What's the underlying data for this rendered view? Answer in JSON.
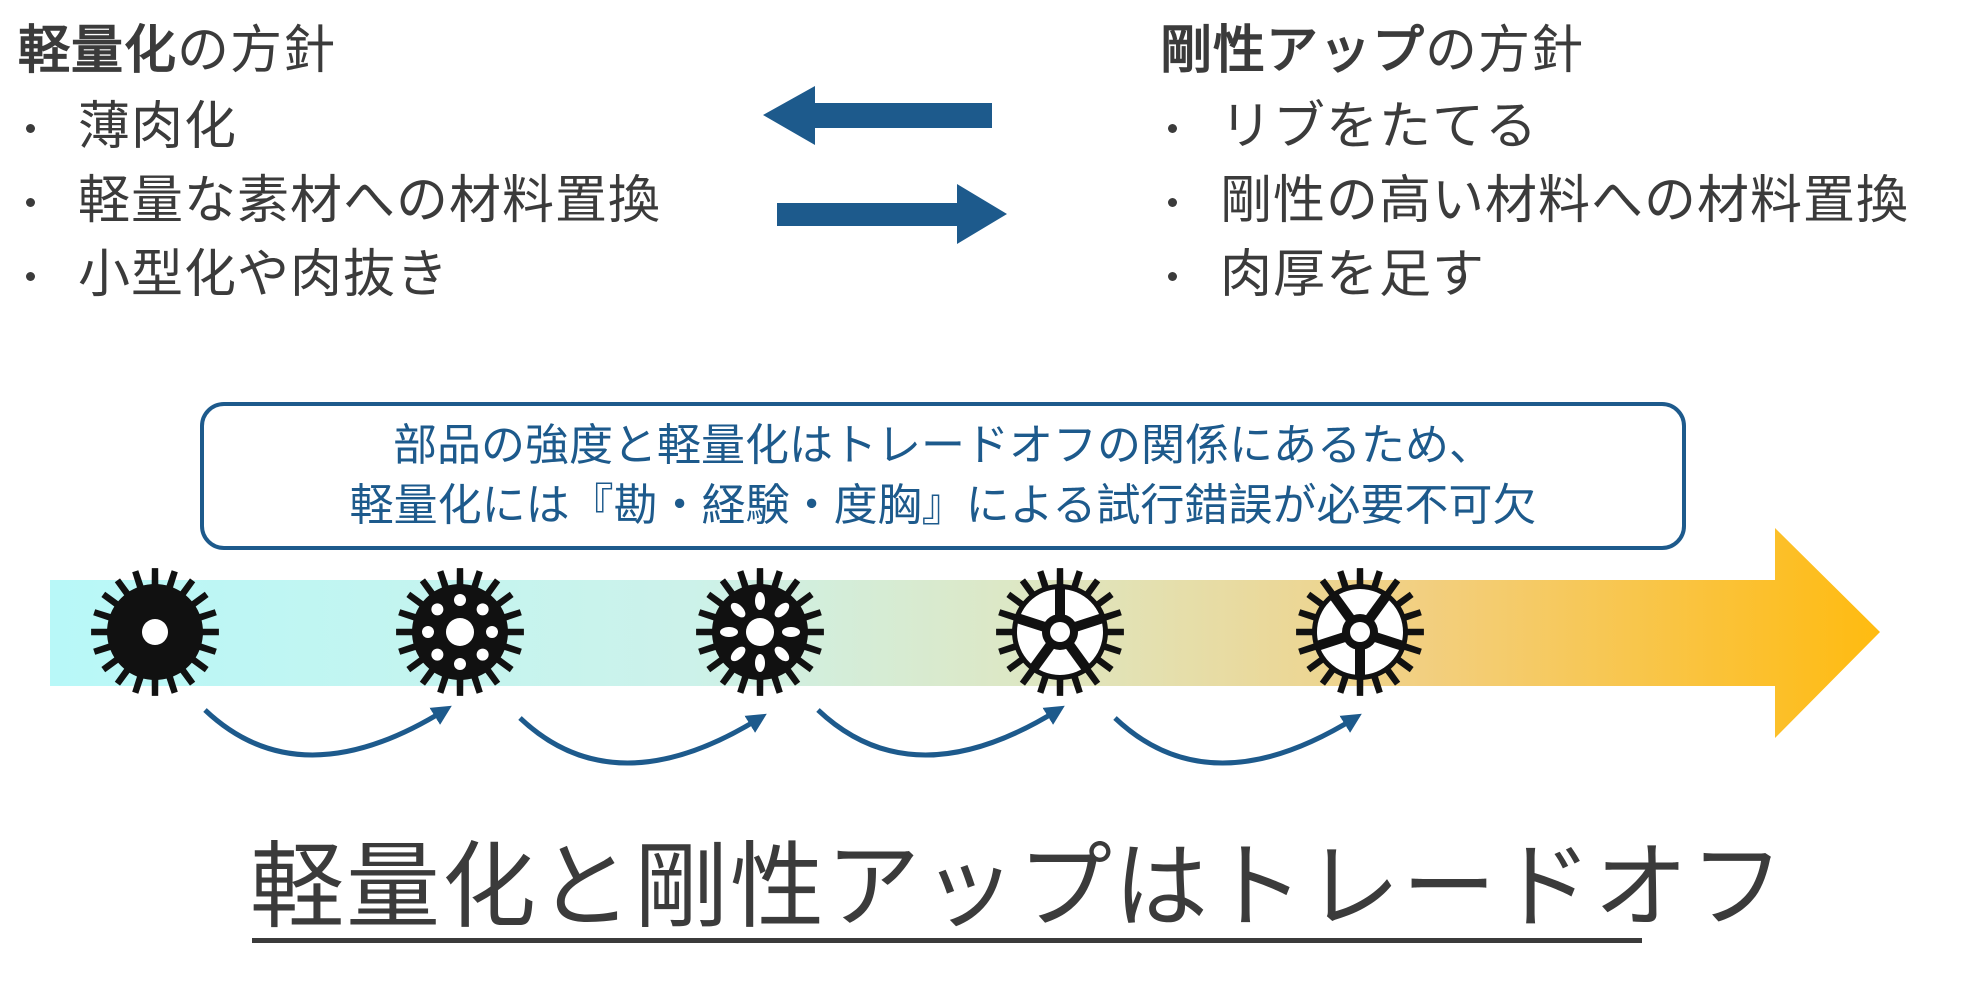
{
  "left": {
    "heading_strong": "軽量化",
    "heading_rest": "の方針",
    "items": [
      "薄肉化",
      "軽量な素材への材料置換",
      "小型化や肉抜き"
    ]
  },
  "right": {
    "heading_strong": "剛性アップ",
    "heading_rest": "の方針",
    "items": [
      "リブをたてる",
      "剛性の高い材料への材料置換",
      "肉厚を足す"
    ]
  },
  "callout": {
    "line1": "部品の強度と軽量化はトレードオフの関係にあるため、",
    "line2": "軽量化には『勘・経験・度胸』による試行錯誤が必要不可欠"
  },
  "conclusion": "軽量化と剛性アップはトレードオフ",
  "colors": {
    "arrow_blue": "#1d5a8c",
    "band_start": "#b8f8f8",
    "band_end": "#ffbb10",
    "gear": "#111111",
    "text": "#3b3b3b"
  },
  "gear_icons": [
    "gear-solid-icon",
    "gear-ring-holes-icon",
    "gear-oval-holes-icon",
    "gear-five-spoke-icon",
    "gear-five-spoke-icon"
  ]
}
